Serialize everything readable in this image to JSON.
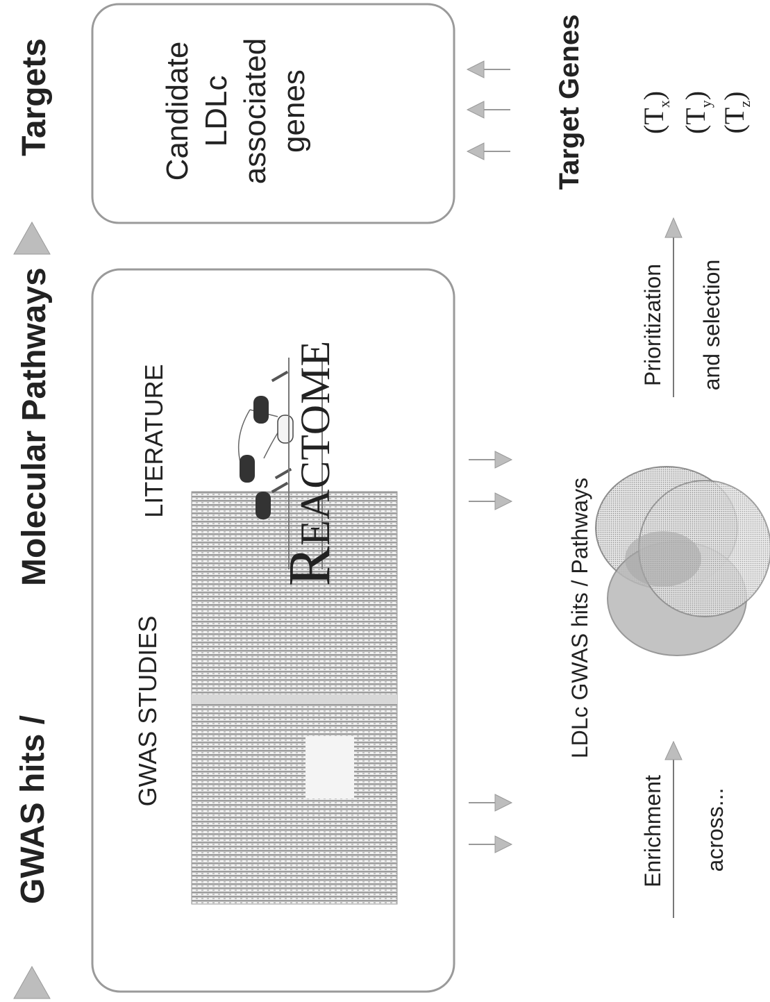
{
  "header": {
    "gwas_hits": "GWAS hits  /",
    "molecular_pathways": "Molecular Pathways",
    "targets": "Targets"
  },
  "left_box": {
    "gwas_studies_label": "GWAS STUDIES",
    "literature_label": "LITERATURE",
    "reactome_logo_first": "R",
    "reactome_logo_rest": "EACTOME"
  },
  "right_box": {
    "line1": "Candidate",
    "line2": "LDLc",
    "line3": "associated",
    "line4": "genes"
  },
  "bottom": {
    "enrichment": "Enrichment",
    "across": "across...",
    "ldlc_hits": "LDLc GWAS hits / Pathways",
    "prioritization": "Prioritization",
    "and_selection": "and selection",
    "target_genes": "Target Genes",
    "tx": "(T",
    "tx_sub": "x",
    "ty": "(T",
    "ty_sub": "y",
    "tz": "(T",
    "tz_sub": "z",
    "close_paren": ")"
  },
  "colors": {
    "text": "#222222",
    "box_border": "#9a9a9a",
    "arrow_fill": "#bdbdbd",
    "venn_1": "#9e9e9e",
    "venn_2": "#c6c6c6",
    "venn_3": "#b2b2b2"
  }
}
